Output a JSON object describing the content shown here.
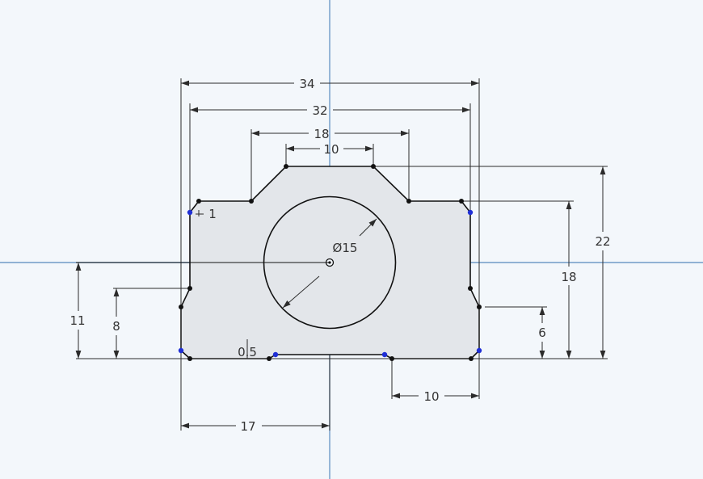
{
  "colors": {
    "background": "#f3f7fb",
    "axis": "#6f9bc8",
    "profile_fill": "#e3e6ea",
    "line": "#111111",
    "dimension": "#2b2b2b",
    "point": "#111111",
    "constraint_point": "#1f2fd6"
  },
  "dimensions": {
    "overall_width": "34",
    "inner_width": "32",
    "shoulder_width": "18",
    "top_width": "10",
    "chamfer": "1",
    "hole_diameter": "Ø15",
    "left_height": "11",
    "lower_left_height": "8",
    "small_offset": "0.5",
    "center_offset": "17",
    "bottom_slot_width": "10",
    "right_lower_height": "6",
    "right_mid_height": "18",
    "overall_height": "22"
  }
}
